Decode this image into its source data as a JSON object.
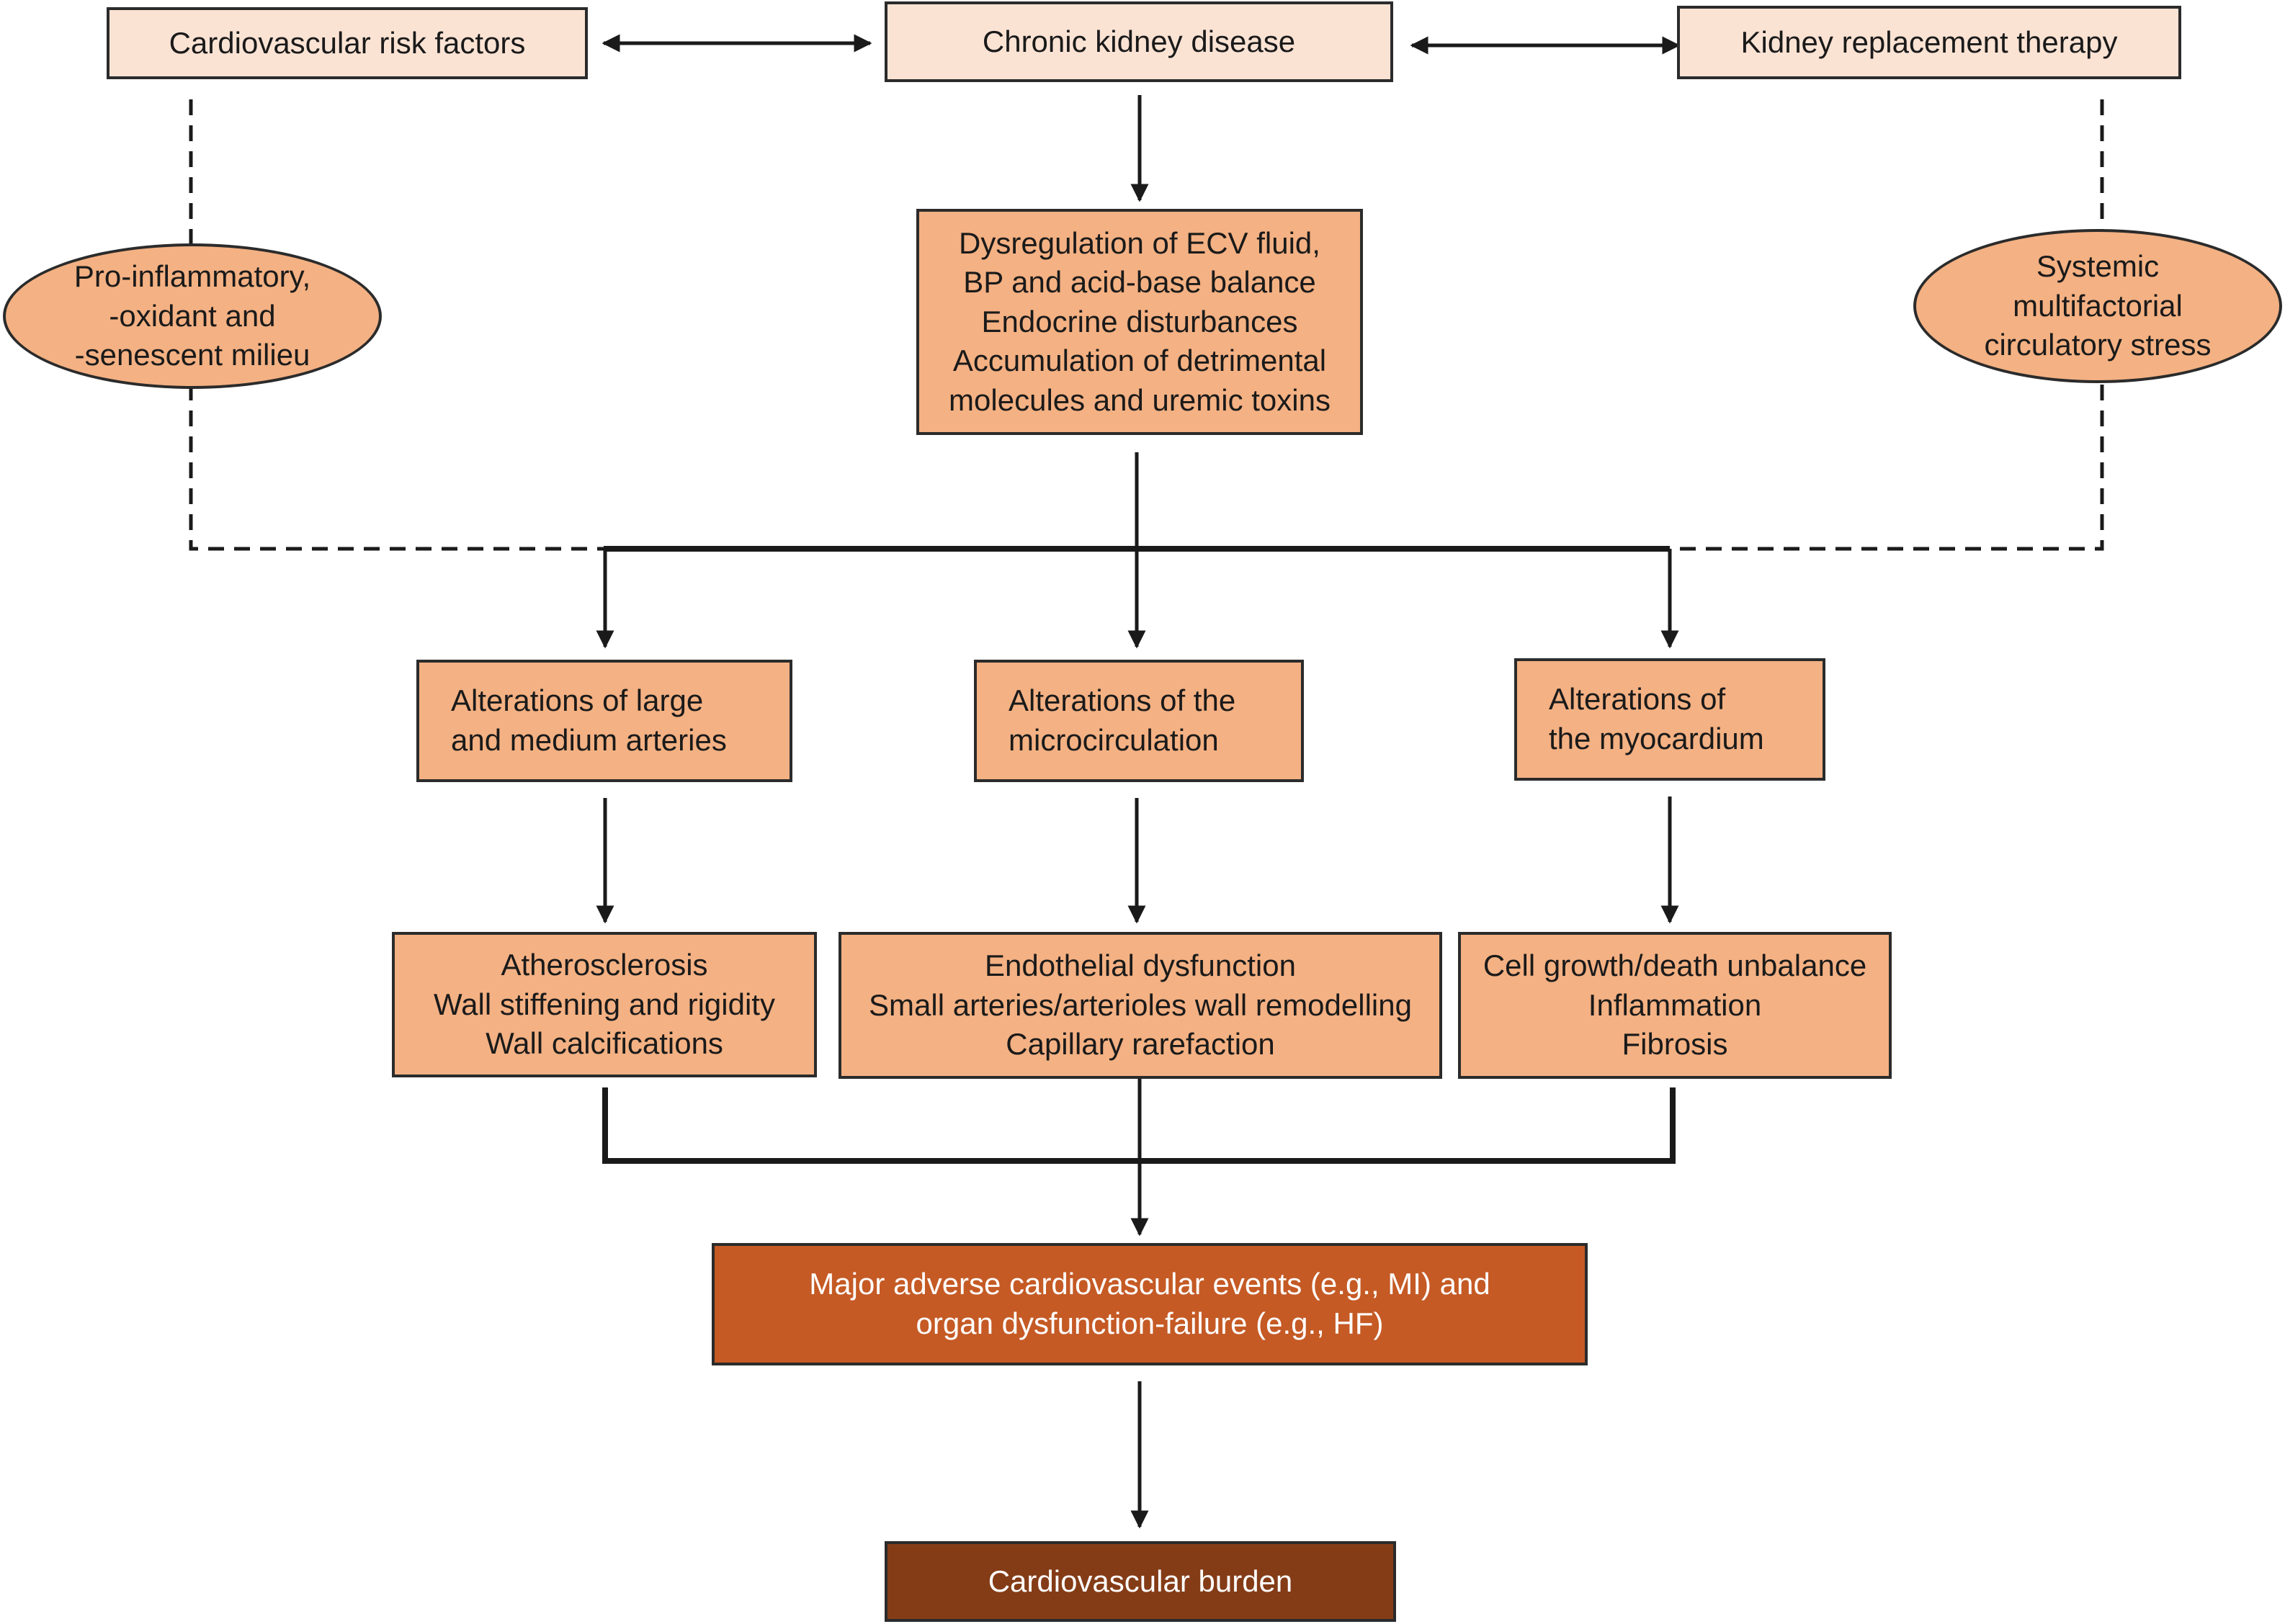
{
  "top": {
    "risk_factors": "Cardiovascular risk factors",
    "ckd": "Chronic kidney disease",
    "krt": "Kidney replacement therapy"
  },
  "ellipses": {
    "left": [
      "Pro-inflammatory,",
      "-oxidant and",
      "-senescent milieu"
    ],
    "right": [
      "Systemic",
      "multifactorial",
      "circulatory stress"
    ]
  },
  "center_box": [
    "Dysregulation of ECV fluid,",
    "BP and acid-base balance",
    "Endocrine disturbances",
    "Accumulation of detrimental",
    "molecules and uremic toxins"
  ],
  "alterations": {
    "arteries": [
      "Alterations of large",
      "and medium arteries"
    ],
    "microcirculation": [
      "Alterations of the",
      "microcirculation"
    ],
    "myocardium": [
      "Alterations of",
      "the myocardium"
    ]
  },
  "details": {
    "arteries": [
      "Atherosclerosis",
      "Wall stiffening and rigidity",
      "Wall calcifications"
    ],
    "microcirculation": [
      "Endothelial dysfunction",
      "Small arteries/arterioles wall remodelling",
      "Capillary rarefaction"
    ],
    "myocardium": [
      "Cell growth/death unbalance",
      "Inflammation",
      "Fibrosis"
    ]
  },
  "outcomes": {
    "events": [
      "Major adverse cardiovascular events (e.g., MI) and",
      "organ dysfunction-failure (e.g., HF)"
    ],
    "burden": "Cardiovascular burden"
  },
  "colors": {
    "light_fill": "#fbe3d4",
    "mid_fill": "#f4b183",
    "dark_fill": "#c55a25",
    "darkest_fill": "#843c17",
    "stroke": "#2b2b2b"
  }
}
